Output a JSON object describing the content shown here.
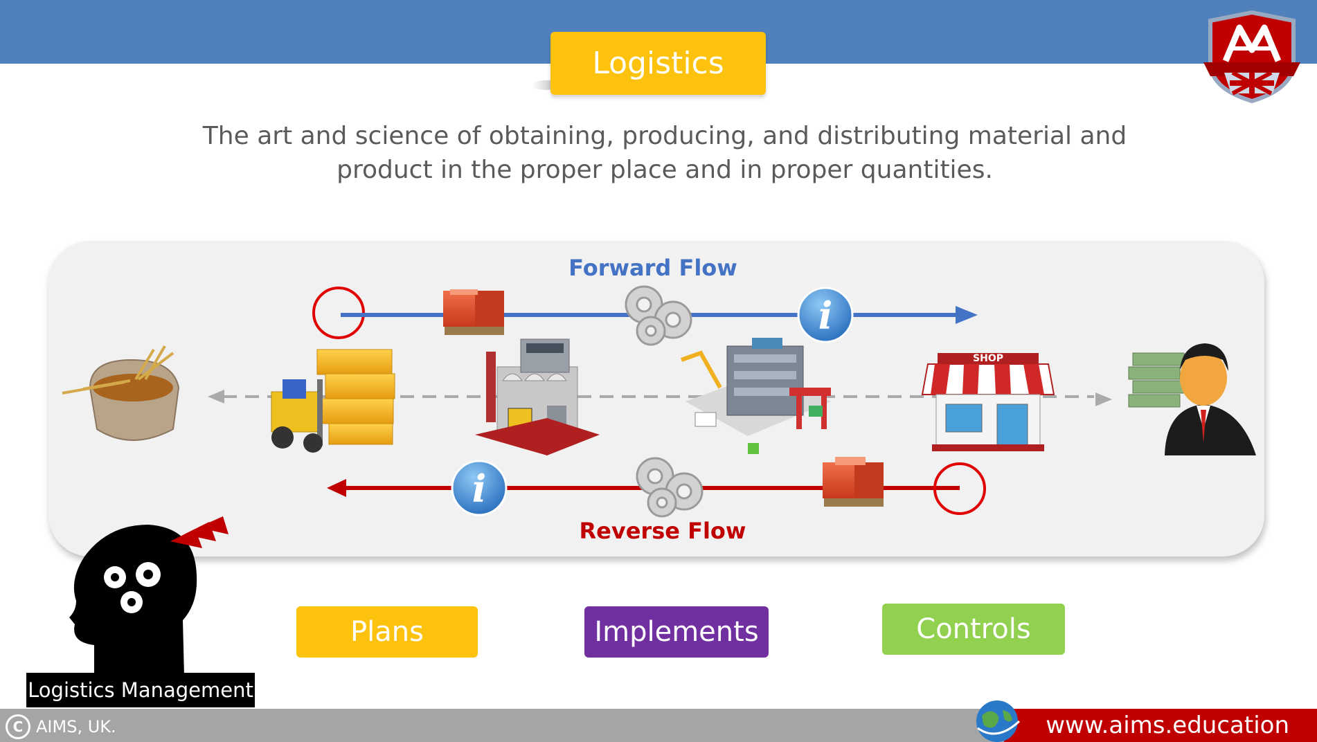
{
  "slide": {
    "title": "Logistics",
    "definition_line1": "The art and science of obtaining, producing, and distributing material and",
    "definition_line2": "product in the proper place and in proper quantities."
  },
  "diagram": {
    "forward_flow_label": "Forward Flow",
    "reverse_flow_label": "Reverse Flow",
    "shop_sign": "SHOP",
    "info_glyph": "i",
    "colors": {
      "forward": "#4472c4",
      "reverse": "#c00000",
      "dashed": "#aaaaaa"
    }
  },
  "management": {
    "label": "Logistics Management",
    "plans": "Plans",
    "implements": "Implements",
    "controls": "Controls"
  },
  "footer": {
    "copyright": "AIMS, UK.",
    "copyright_symbol": "C",
    "url": "www.aims.education"
  },
  "colors": {
    "header_band": "#5181bd",
    "title_box": "#fdc20e",
    "plans": "#fdc20e",
    "implements": "#7030a0",
    "controls": "#92d050",
    "footer_url_bar": "#c00000"
  }
}
